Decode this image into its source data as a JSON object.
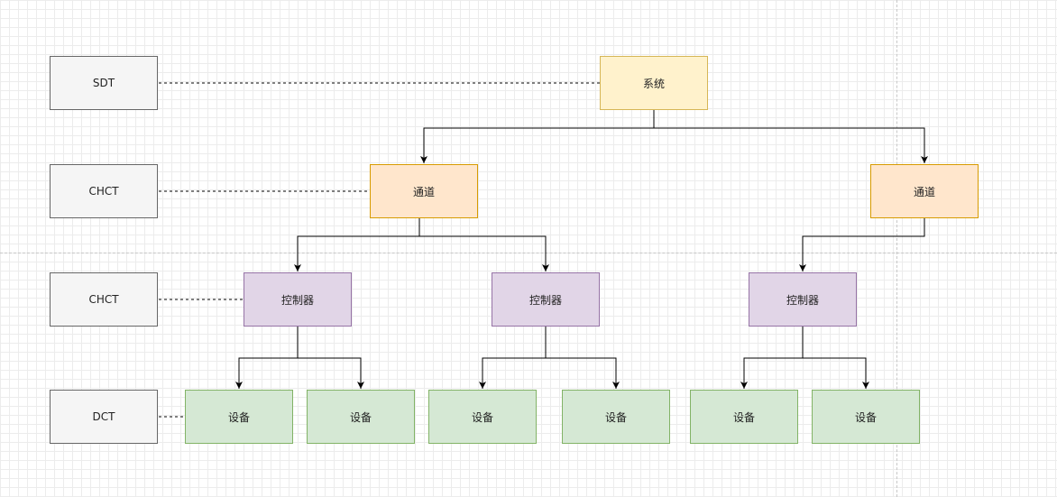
{
  "levels": [
    "SDT",
    "CHCT",
    "CHCT",
    "DCT"
  ],
  "system": "系统",
  "channels": [
    "通道",
    "通道"
  ],
  "controllers": [
    "控制器",
    "控制器",
    "控制器"
  ],
  "devices": [
    "设备",
    "设备",
    "设备",
    "设备",
    "设备",
    "设备"
  ],
  "colors": {
    "label_fill": "#f5f5f5",
    "label_stroke": "#666666",
    "system_fill": "#fff2cc",
    "system_stroke": "#d6b656",
    "channel_fill": "#ffe6cc",
    "channel_stroke": "#d79b00",
    "controller_fill": "#e1d5e7",
    "controller_stroke": "#9673a6",
    "device_fill": "#d5e8d4",
    "device_stroke": "#82b366"
  }
}
